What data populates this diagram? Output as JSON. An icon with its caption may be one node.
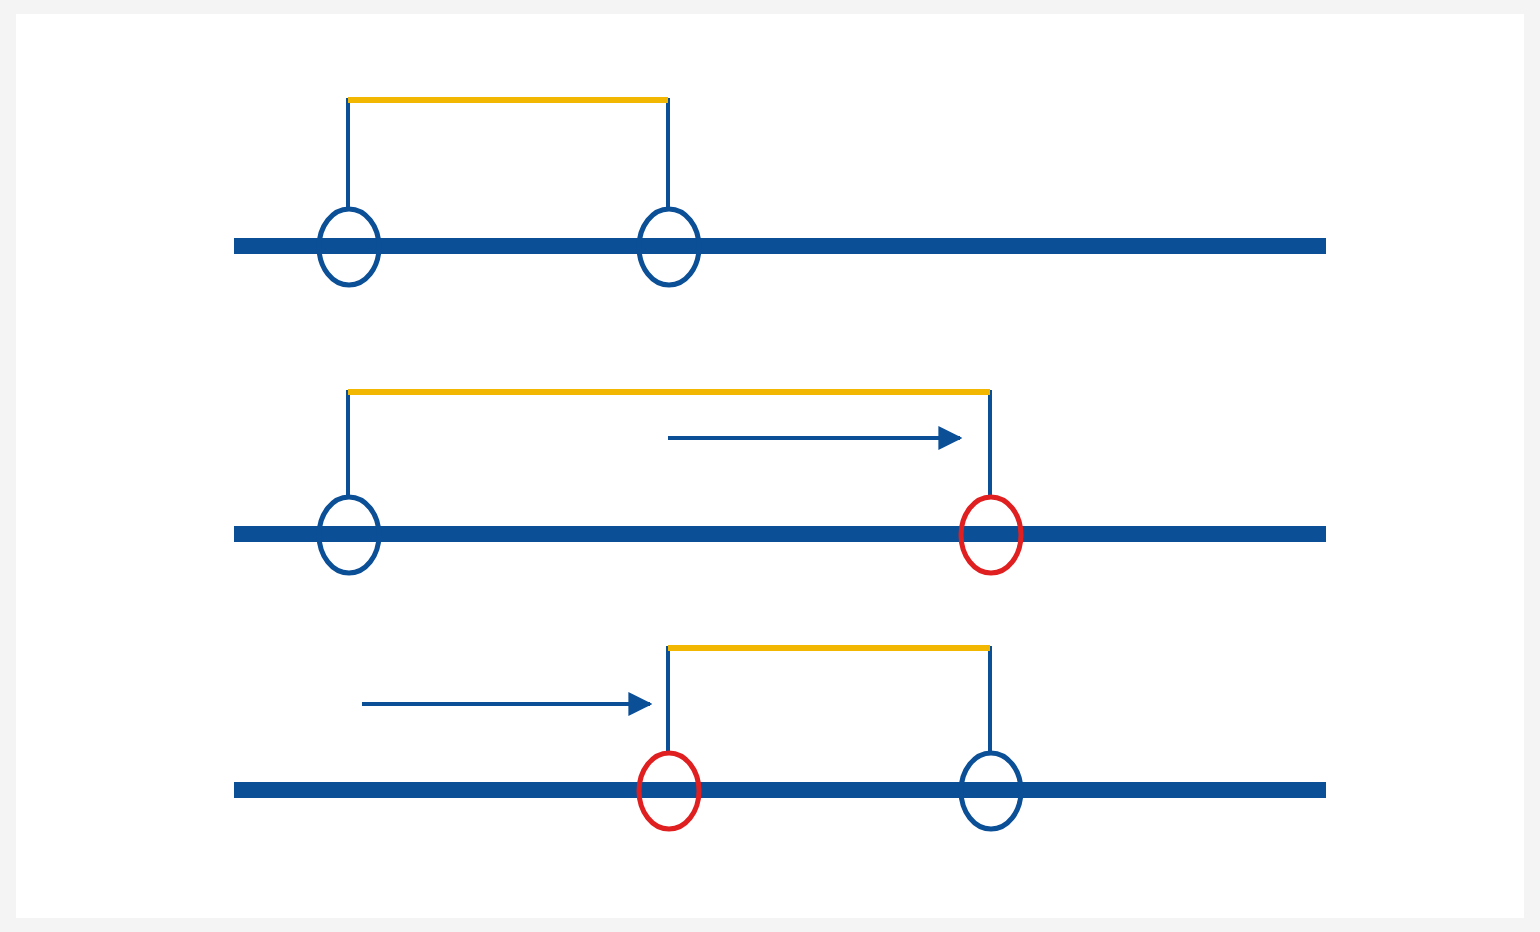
{
  "diagram": {
    "nodes": [
      {
        "text": [],
        "shape": "circle"
      },
      {
        "text": [],
        "shape": "circle"
      },
      {
        "text": [],
        "shape": "circle"
      },
      {
        "text": [],
        "shape": "circle"
      },
      {
        "text": [],
        "shape": "circle"
      },
      {
        "text": [],
        "shape": "circle"
      }
    ],
    "edges": [
      {
        "from": 0,
        "to": 1,
        "arrow": "none"
      },
      {
        "from": 2,
        "to": 3,
        "arrow": "none"
      },
      {
        "from": 4,
        "to": 5,
        "arrow": "none"
      }
    ]
  }
}
